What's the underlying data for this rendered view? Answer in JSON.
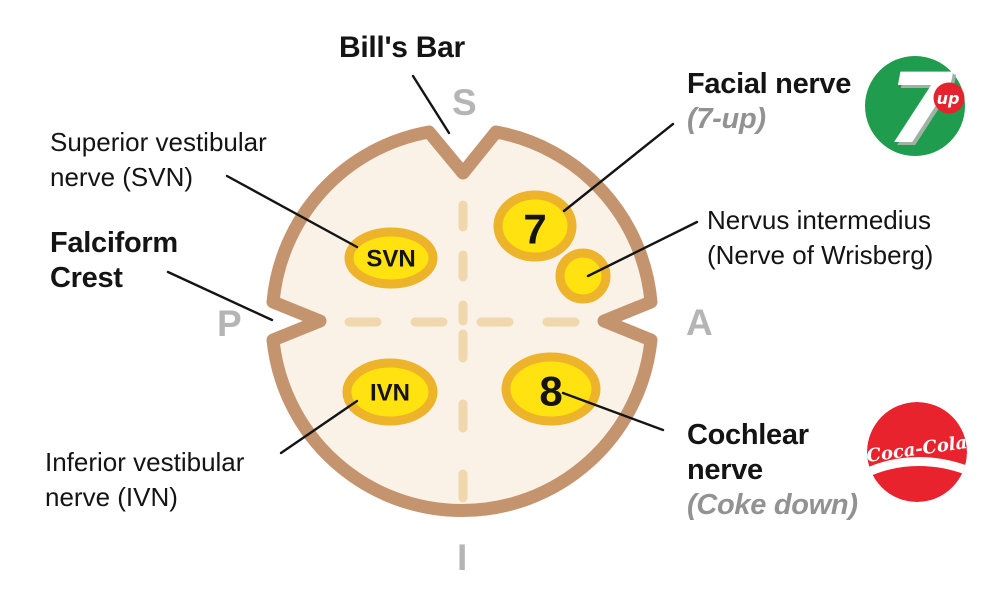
{
  "diagram": {
    "title": "Bill's Bar",
    "labels": {
      "bills_bar": "Bill's Bar",
      "superior_vestibular": [
        "Superior vestibular",
        "nerve (SVN)"
      ],
      "falciform": [
        "Falciform",
        "Crest"
      ],
      "inferior_vestibular": [
        "Inferior vestibular",
        "nerve (IVN)"
      ],
      "facial": "Facial nerve",
      "facial_mnemonic": "(7-up)",
      "nervus_intermedius": [
        "Nervus intermedius",
        "(Nerve of Wrisberg)"
      ],
      "cochlear": [
        "Cochlear",
        "nerve"
      ],
      "cochlear_mnemonic": "(Coke down)"
    },
    "orientation": {
      "superior": "S",
      "anterior": "A",
      "posterior": "P",
      "inferior": "I"
    },
    "nerve_bundles": {
      "svn": "SVN",
      "ivn": "IVN",
      "facial_digit": "7",
      "cochlear_digit": "8"
    },
    "logos": {
      "sevenup": {
        "seven": "7",
        "up": "up"
      },
      "coke": {
        "script": "Coca-Cola"
      }
    },
    "colors": {
      "canal_ring": "#c4946f",
      "canal_fill": "#faf2e6",
      "divider_dash": "#f0d7ae",
      "nerve_fill": "#ffe20f",
      "nerve_stroke": "#edb32b",
      "connector_line": "#141414",
      "orientation_gray": "#b5b5b5",
      "mnemonic_gray": "#929292",
      "sevenup_green": "#1f9c4d",
      "sevenup_badge_red": "#e5232e",
      "coke_red": "#e8232e"
    }
  }
}
